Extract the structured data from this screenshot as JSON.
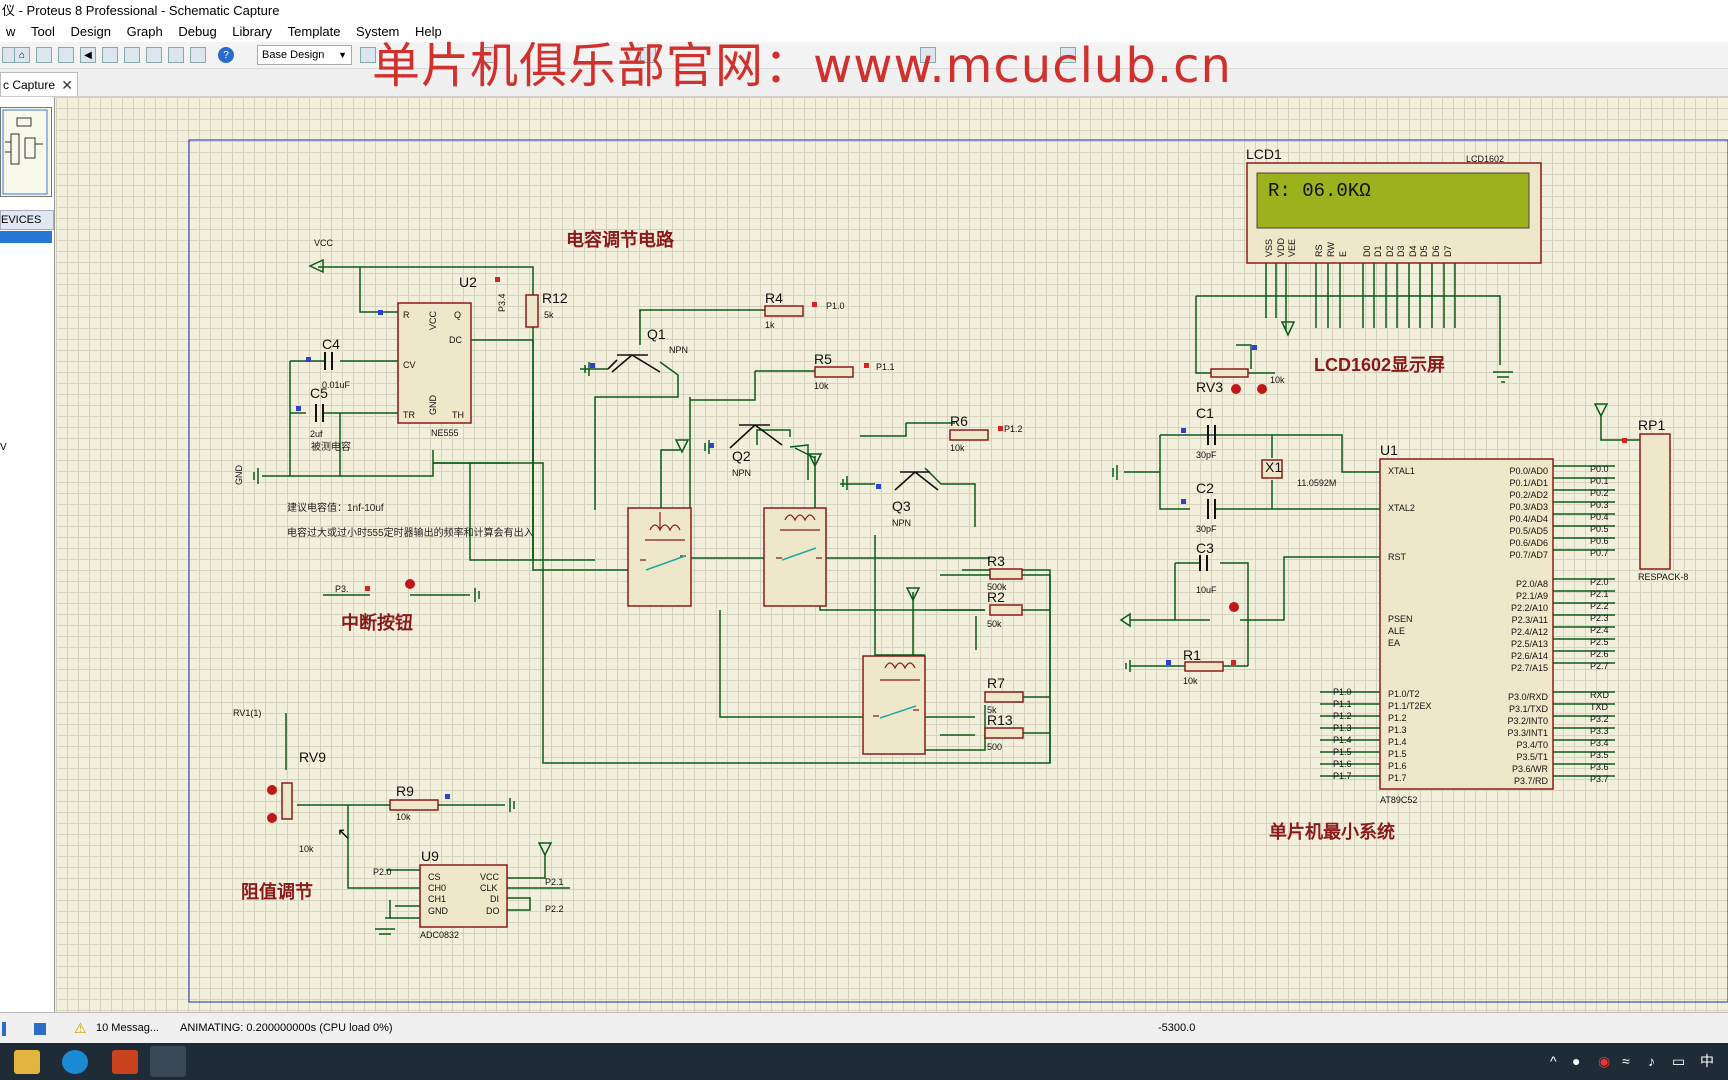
{
  "window": {
    "title": "仪 - Proteus 8 Professional - Schematic Capture"
  },
  "menu": [
    "w",
    "Tool",
    "Design",
    "Graph",
    "Debug",
    "Library",
    "Template",
    "System",
    "Help"
  ],
  "toolbar": {
    "layer_select": "Base Design"
  },
  "watermark": "单片机俱乐部官网：www.mcuclub.cn",
  "tab": {
    "label": "c Capture"
  },
  "left_panel": {
    "devices_header": "EVICES",
    "mode_letter": "V"
  },
  "schematic": {
    "section_titles": {
      "cap": "电容调节电路",
      "lcd": "LCD1602显示屏",
      "interrupt": "中断按钮",
      "resist": "阻值调节",
      "mcu": "单片机最小系统"
    },
    "notes": {
      "suggest": "建议电容值：1nf-10uf",
      "warn": "电容过大或过小时555定时器输出的频率和计算会有出入",
      "measured_cap": "被测电容"
    },
    "lcd": {
      "ref": "LCD1",
      "part": "LCD1602",
      "display_text": "R: 06.0KΩ",
      "pins": [
        "VSS",
        "VDD",
        "VEE",
        "RS",
        "RW",
        "E",
        "D0",
        "D1",
        "D2",
        "D3",
        "D4",
        "D5",
        "D6",
        "D7"
      ]
    },
    "labels": {
      "u2": "U2",
      "ne555": "NE555",
      "vcc": "VCC",
      "gnd": "GND",
      "c4": "C4",
      "c4v": "0.01uF",
      "c5": "C5",
      "c5v": "2uf",
      "r12": "R12",
      "r12v": "5k",
      "p34": "P3.4",
      "q1": "Q1",
      "q2": "Q2",
      "q3": "Q3",
      "npn": "NPN",
      "r4": "R4",
      "r4v": "1k",
      "p10": "P1.0",
      "r5": "R5",
      "r5v": "10k",
      "p11": "P1.1",
      "r6": "R6",
      "r6v": "10k",
      "p12": "P1.2",
      "r3": "R3",
      "r3v": "500k",
      "r2": "R2",
      "r2v": "50k",
      "r7": "R7",
      "r7v": "5k",
      "r13": "R13",
      "r13v": "500",
      "p3": "P3.",
      "rv1": "RV1(1)",
      "rv9": "RV9",
      "rv9v": "10k",
      "r9": "R9",
      "r9v": "10k",
      "u9": "U9",
      "adc": "ADC0832",
      "p20": "P2.0",
      "p21": "P2.1",
      "p22": "P2.2",
      "rv3": "RV3",
      "rv3v": "10k",
      "c1": "C1",
      "c1v": "30pF",
      "c2": "C2",
      "c2v": "30pF",
      "x1": "X1",
      "x1v": "11.0592M",
      "c3": "C3",
      "c3v": "10uF",
      "r1": "R1",
      "r1v": "10k",
      "u1": "U1",
      "at89": "AT89C52",
      "rp1": "RP1",
      "respack": "RESPACK-8"
    },
    "u1_left": [
      "XTAL1",
      "XTAL2",
      "RST",
      "PSEN",
      "ALE",
      "EA",
      "P1.0/T2",
      "P1.1/T2EX",
      "P1.2",
      "P1.3",
      "P1.4",
      "P1.5",
      "P1.6",
      "P1.7"
    ],
    "u1_right": [
      "P0.0/AD0",
      "P0.1/AD1",
      "P0.2/AD2",
      "P0.3/AD3",
      "P0.4/AD4",
      "P0.5/AD5",
      "P0.6/AD6",
      "P0.7/AD7",
      "P2.0/A8",
      "P2.1/A9",
      "P2.2/A10",
      "P2.3/A11",
      "P2.4/A12",
      "P2.5/A13",
      "P2.6/A14",
      "P2.7/A15",
      "P3.0/RXD",
      "P3.1/TXD",
      "P3.2/INT0",
      "P3.3/INT1",
      "P3.4/T0",
      "P3.5/T1",
      "P3.6/WR",
      "P3.7/RD"
    ],
    "u1_right_nets": [
      "P0.0",
      "P0.1",
      "P0.2",
      "P0.3",
      "P0.4",
      "P0.5",
      "P0.6",
      "P0.7",
      "P2.0",
      "P2.1",
      "P2.2",
      "P2.3",
      "P2.4",
      "P2.5",
      "P2.6",
      "P2.7",
      "RXD",
      "TXD",
      "P3.2",
      "P3.3",
      "P3.4",
      "P3.5",
      "P3.6",
      "P3.7"
    ],
    "u1_left_nets": [
      "P1.0",
      "P1.1",
      "P1.2",
      "P1.3",
      "P1.4",
      "P1.5",
      "P1.6",
      "P1.7"
    ],
    "u9_pins": [
      "CS",
      "CH0",
      "CH1",
      "GND",
      "VCC",
      "CLK",
      "DI",
      "DO"
    ]
  },
  "status": {
    "messages": "10 Messag...",
    "animating": "ANIMATING: 0.200000000s (CPU load 0%)",
    "coord": "-5300.0"
  },
  "taskbar": {
    "ime": "中"
  }
}
